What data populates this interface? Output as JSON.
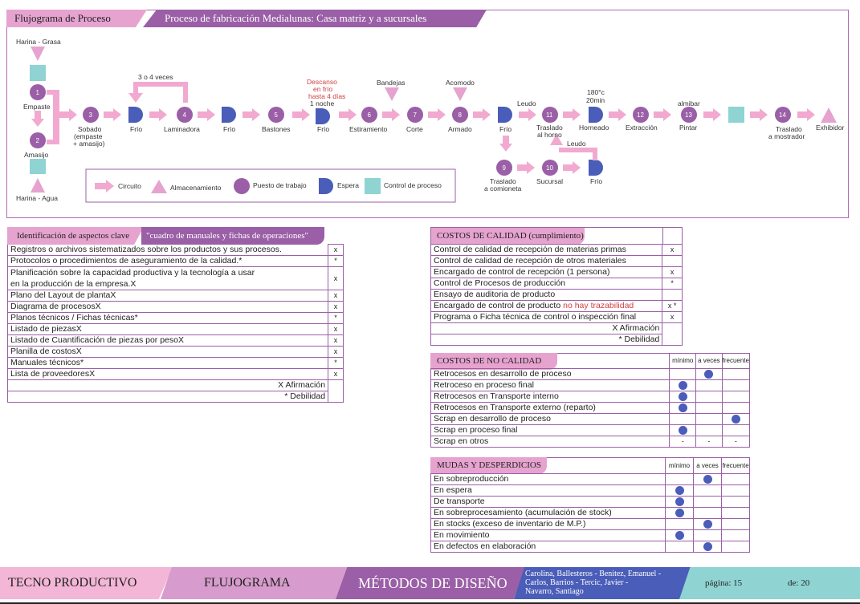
{
  "flow": {
    "title": "Flujograma de Proceso",
    "subtitle": "Proceso de fabricación Medialunas: Casa matriz y a sucursales",
    "inputs": {
      "top": "Harina - Grasa",
      "bottom": "Harina - Agua"
    },
    "steps": {
      "s1": {
        "num": "1",
        "label": "Empaste"
      },
      "s2": {
        "num": "2",
        "label": "Amasijo"
      },
      "s3": {
        "num": "3",
        "label": "Sobado",
        "sub1": "(empaste",
        "sub2": "+ amasijo)"
      },
      "s4": {
        "num": "4",
        "label": "Laminadora"
      },
      "s5": {
        "num": "5",
        "label": "Bastones"
      },
      "s6": {
        "num": "6",
        "label": "Estiramiento"
      },
      "s7": {
        "num": "7",
        "label": "Corte"
      },
      "s8": {
        "num": "8",
        "label": "Armado"
      },
      "s9": {
        "num": "9",
        "label": "Traslado",
        "sub": "a comioneta"
      },
      "s10": {
        "num": "10",
        "label": "Sucursal"
      },
      "s11": {
        "num": "11",
        "label": "Traslado",
        "sub": "al horno"
      },
      "s12": {
        "num": "12",
        "label": "Extracción"
      },
      "s13": {
        "num": "13",
        "label": "Pintar"
      },
      "s14": {
        "num": "14",
        "label": "Traslado",
        "sub": "a mostrador"
      }
    },
    "waits": {
      "frio": "Frío",
      "horneado": "Horneado"
    },
    "notes": {
      "loop": "3 o 4 veces",
      "descanso1": "Descanso",
      "descanso2": "en frío",
      "descanso3": "hasta 4 días",
      "noche": "1 noche",
      "bandejas": "Bandejas",
      "acomodo": "Acomodo",
      "leudo": "Leudo",
      "temp": "180°c",
      "time": "20min",
      "almibar": "almibar",
      "exhibidor": "Exhibidor"
    },
    "legend": {
      "circuito": "Circuito",
      "almacenamiento": "Almacenamiento",
      "puesto": "Puesto de trabajo",
      "espera": "Espera",
      "control": "Control de proceso"
    },
    "colors": {
      "pink": "#f2a9d0",
      "purple": "#9a5fa6",
      "blue": "#4a5db8",
      "teal": "#8fd3d3"
    }
  },
  "aspects": {
    "title": "Identificación de aspectos clave",
    "subtitle": "\"cuadro de manuales y fichas de operaciones\"",
    "rows": [
      {
        "text": "Registros o archivos sistematizados sobre los productos y sus procesos.",
        "mark": "x"
      },
      {
        "text": "Protocolos o procedimientos de aseguramiento de la calidad.*",
        "mark": "*"
      },
      {
        "text": "Planificación sobre la capacidad productiva y la tecnología a usar",
        "text2": "en la producción de la empresa.X",
        "mark": "x"
      },
      {
        "text": "Plano del Layout de plantaX",
        "mark": "x"
      },
      {
        "text": "Diagrama de procesosX",
        "mark": "x"
      },
      {
        "text": "Planos técnicos  / Fichas técnicas*",
        "mark": "*"
      },
      {
        "text": "Listado de piezasX",
        "mark": "x"
      },
      {
        "text": "Listado de Cuantificación de piezas por pesoX",
        "mark": "x"
      },
      {
        "text": "Planilla de costosX",
        "mark": "x"
      },
      {
        "text": "Manuales técnicos*",
        "mark": "*"
      },
      {
        "text": "Lista de proveedoresX",
        "mark": "x"
      }
    ],
    "legend1": "X Afirmación",
    "legend2": "* Debilidad"
  },
  "costos_calidad": {
    "title": "COSTOS DE CALIDAD (cumplimiento)",
    "rows": [
      {
        "text": "Control de calidad de recepción de materias primas",
        "mark": "x"
      },
      {
        "text": "Control de calidad de recepción de otros materiales",
        "mark": ""
      },
      {
        "text": "Encargado de control de recepción (1 persona)",
        "mark": "x"
      },
      {
        "text": "Control de Procesos de producción",
        "mark": "*"
      },
      {
        "text": "Ensayo de auditoria de producto",
        "mark": ""
      },
      {
        "text": "Encargado de control de producto",
        "red": "no hay trazabilidad",
        "mark": "x *"
      },
      {
        "text": "Programa o Ficha técnica de control o inspección final",
        "mark": "x"
      }
    ],
    "legend1": "X Afirmación",
    "legend2": "* Debilidad"
  },
  "no_calidad": {
    "title": "COSTOS DE NO CALIDAD",
    "cols": [
      "mínimo",
      "a veces",
      "frecuente"
    ],
    "rows": [
      {
        "text": "Retrocesos en desarrollo de proceso",
        "level": "a veces"
      },
      {
        "text": "Retroceso en proceso final",
        "level": "mínimo"
      },
      {
        "text": "Retrocesos en Transporte interno",
        "level": "mínimo"
      },
      {
        "text": "Retrocesos en Transporte externo (reparto)",
        "level": "mínimo"
      },
      {
        "text": "Scrap en desarrollo de proceso",
        "level": "frecuente"
      },
      {
        "text": "Scrap en proceso final",
        "level": "mínimo"
      },
      {
        "text": "Scrap en otros",
        "level": "none"
      }
    ],
    "dash": "-"
  },
  "mudas": {
    "title": "MUDAS Y DESPERDICIOS",
    "cols": [
      "mínimo",
      "a veces",
      "frecuente"
    ],
    "rows": [
      {
        "text": "En sobreproducción",
        "level": "a veces"
      },
      {
        "text": "En espera",
        "level": "mínimo"
      },
      {
        "text": "De transporte",
        "level": "mínimo"
      },
      {
        "text": "En sobreprocesamiento (acumulación de stock)",
        "level": "mínimo"
      },
      {
        "text": "En stocks (exceso de inventario de M.P.)",
        "level": "a veces"
      },
      {
        "text": "En movimiento",
        "level": "mínimo"
      },
      {
        "text": "En defectos en elaboración",
        "level": "a veces"
      }
    ]
  },
  "footer": {
    "tecno": "TECNO PRODUCTIVO",
    "flujograma": "FLUJOGRAMA",
    "metodos": "MÉTODOS DE DISEÑO",
    "authors1": "Carolina, Ballesteros - Benitez, Emanuel -",
    "authors2": "Carlos, Barrios - Tercic, Javier -",
    "authors3": "Navarro, Santiago",
    "page_label": "página: 15",
    "of_label": "de: 20"
  }
}
